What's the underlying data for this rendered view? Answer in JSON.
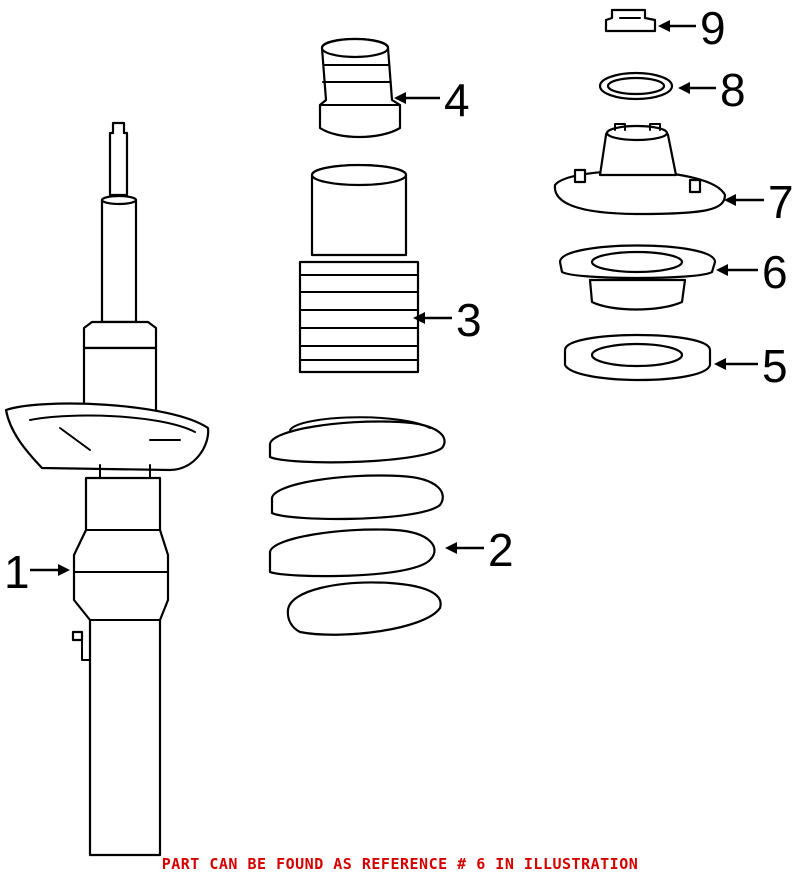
{
  "callouts": [
    {
      "id": 1,
      "label": "1"
    },
    {
      "id": 2,
      "label": "2"
    },
    {
      "id": 3,
      "label": "3"
    },
    {
      "id": 4,
      "label": "4"
    },
    {
      "id": 5,
      "label": "5"
    },
    {
      "id": 6,
      "label": "6"
    },
    {
      "id": 7,
      "label": "7"
    },
    {
      "id": 8,
      "label": "8"
    },
    {
      "id": 9,
      "label": "9"
    }
  ],
  "footnote": {
    "text": "PART CAN BE FOUND AS REFERENCE # 6 IN ILLUSTRATION",
    "color": "#d40000"
  },
  "colors": {
    "line": "#000000",
    "background": "#ffffff"
  }
}
